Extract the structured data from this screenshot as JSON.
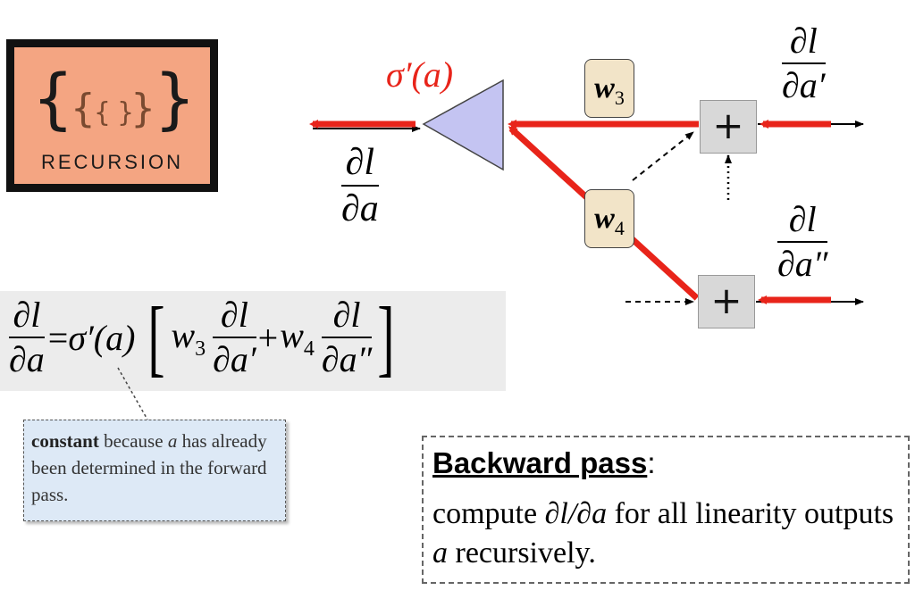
{
  "logo": {
    "word": "RECURSION"
  },
  "diagram": {
    "activation_label": "σ′(a)",
    "weight_3": {
      "base": "w",
      "sub": "3"
    },
    "weight_4": {
      "base": "w",
      "sub": "4"
    },
    "plus_symbol": "+",
    "grad_a": {
      "num": "∂l",
      "den": "∂a"
    },
    "grad_a_prime": {
      "num": "∂l",
      "den": "∂a′"
    },
    "grad_a_double_prime": {
      "num": "∂l",
      "den": "∂a″"
    },
    "colors": {
      "arrow": "#e8241a",
      "neuron_fill": "#c4c4f2",
      "weight_fill": "#f2e4c8",
      "plus_fill": "#d8d8d8"
    }
  },
  "equation": {
    "lhs_num": "∂l",
    "lhs_den": "∂a",
    "equals": "=",
    "sigma": "σ′(a)",
    "open_bracket": "[",
    "w3": "w",
    "w3_sub": "3",
    "t1_num": "∂l",
    "t1_den": "∂a′",
    "plus": "+",
    "w4": "w",
    "w4_sub": "4",
    "t2_num": "∂l",
    "t2_den": "∂a″",
    "close_bracket": "]"
  },
  "callout": {
    "bold": "constant",
    "pre": " because ",
    "var": "a",
    "post": " has already been determined in the forward pass."
  },
  "backward_pass": {
    "title": "Backward pass",
    "colon": ":",
    "line_pre": "compute ",
    "line_math": "∂l/∂a",
    "line_mid": " for all linearity outputs ",
    "line_var": "a",
    "line_post": " recursively."
  }
}
